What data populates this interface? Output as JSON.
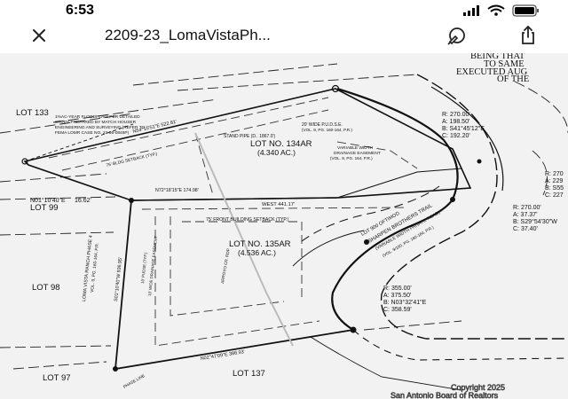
{
  "status_bar": {
    "time": "6:53"
  },
  "toolbar": {
    "title": "2209-23_LomaVistaPh...",
    "close_icon": "close-icon",
    "annotate_icon": "markup-pen-icon",
    "share_icon": "share-icon"
  },
  "plat": {
    "header_lines": [
      "BEING THAT",
      "TO SAME",
      "EXECUTED AUG",
      "OF THE"
    ],
    "lot_labels": {
      "lot133": "LOT 133",
      "lot99": "LOT 99",
      "lot98": "LOT 98",
      "lot97": "LOT 97",
      "lot137": "LOT 137"
    },
    "floodplain_note": [
      "1%AC-YEAR FLOODPLAIN PER DETAILED",
      "STUDY PREPARED BY MATCH HOUSER",
      "ENGINEERING AND SURVEYING (REFER TO",
      "FEMA LOMR CASE NO. 22-06-0845P)"
    ],
    "lot_134ar": {
      "name": "LOT NO. 134AR",
      "acres": "(4.340 AC.)"
    },
    "lot_135ar": {
      "name": "LOT NO. 135AR",
      "acres": "(4.536 AC.)"
    },
    "notes": {
      "stand_pipe": "STAND PIPE (D.. 1867.0')",
      "pudse": "20' WIDE P.U.D.S.E.",
      "pudse_vol": "(VOL. 9, PG. 160-164, P.R.)",
      "drainage": "VARIABLE WIDTH",
      "drainage2": "DRAINAGE EASEMENT",
      "drainage_vol": "(VOL. 9, PG. 164, P.R.)",
      "setback_top": "75' BLDG SETBACK (TYP.)",
      "setback_main": "75' FRONT BUILDING SETBACK (TYP.)",
      "west": "WEST   441.17'",
      "n01": "N01°10'40\"E",
      "n01_dist": "16.62'",
      "bearing_top": "N54°15'51\"E   522.81'",
      "bearing_mid": "N72°18'15\"E   174.98'",
      "bearing_bottom": "N02°47'09\"E   386.93'",
      "west_bearing": "S01°10'40\"W   936.95'",
      "subdivision": "LOMA VISTA RANCH PHASE 4",
      "subdivision_vol": "VOL. 9, PG. 160-164, P.R.",
      "road": "SHARPEN BROTHERS TRAIL",
      "road_sub": "(VARIABLE WIDTH PRIVATE ROAD)",
      "road_vol": "(VOL. 9/160, PG. 160-164, P.R.)",
      "road_label": "LOT 900 OFTIMOD",
      "creek": "ARROYO CR. RDP",
      "pudse_side": "10' PUDSE (TYP.)",
      "easement_side": "10' WIDE DRAINAGE EASEMENT",
      "phase_label": "PHASE LINE"
    },
    "curve1": {
      "r": "R: 270.00'",
      "a": "A: 198.50'",
      "b": "B: S41°45'12\"E",
      "c": "C: 192.20'"
    },
    "curve2": {
      "r": "R: 270.00'",
      "a": "A: 37.37'",
      "b": "B: S29°54'30\"W",
      "c": "C: 37.40'"
    },
    "curve3": {
      "r": "R: 355.00'",
      "a": "A: 375.50'",
      "b": "B: N03°32'41\"E",
      "c": "C: 358.59'"
    },
    "curve_partial": {
      "r": "R: 270",
      "a": "A: 229",
      "b": "B: S55",
      "c": "C: 227"
    },
    "copyright": [
      "Copyright 2025",
      "San Antonio Board of Realtors"
    ]
  }
}
